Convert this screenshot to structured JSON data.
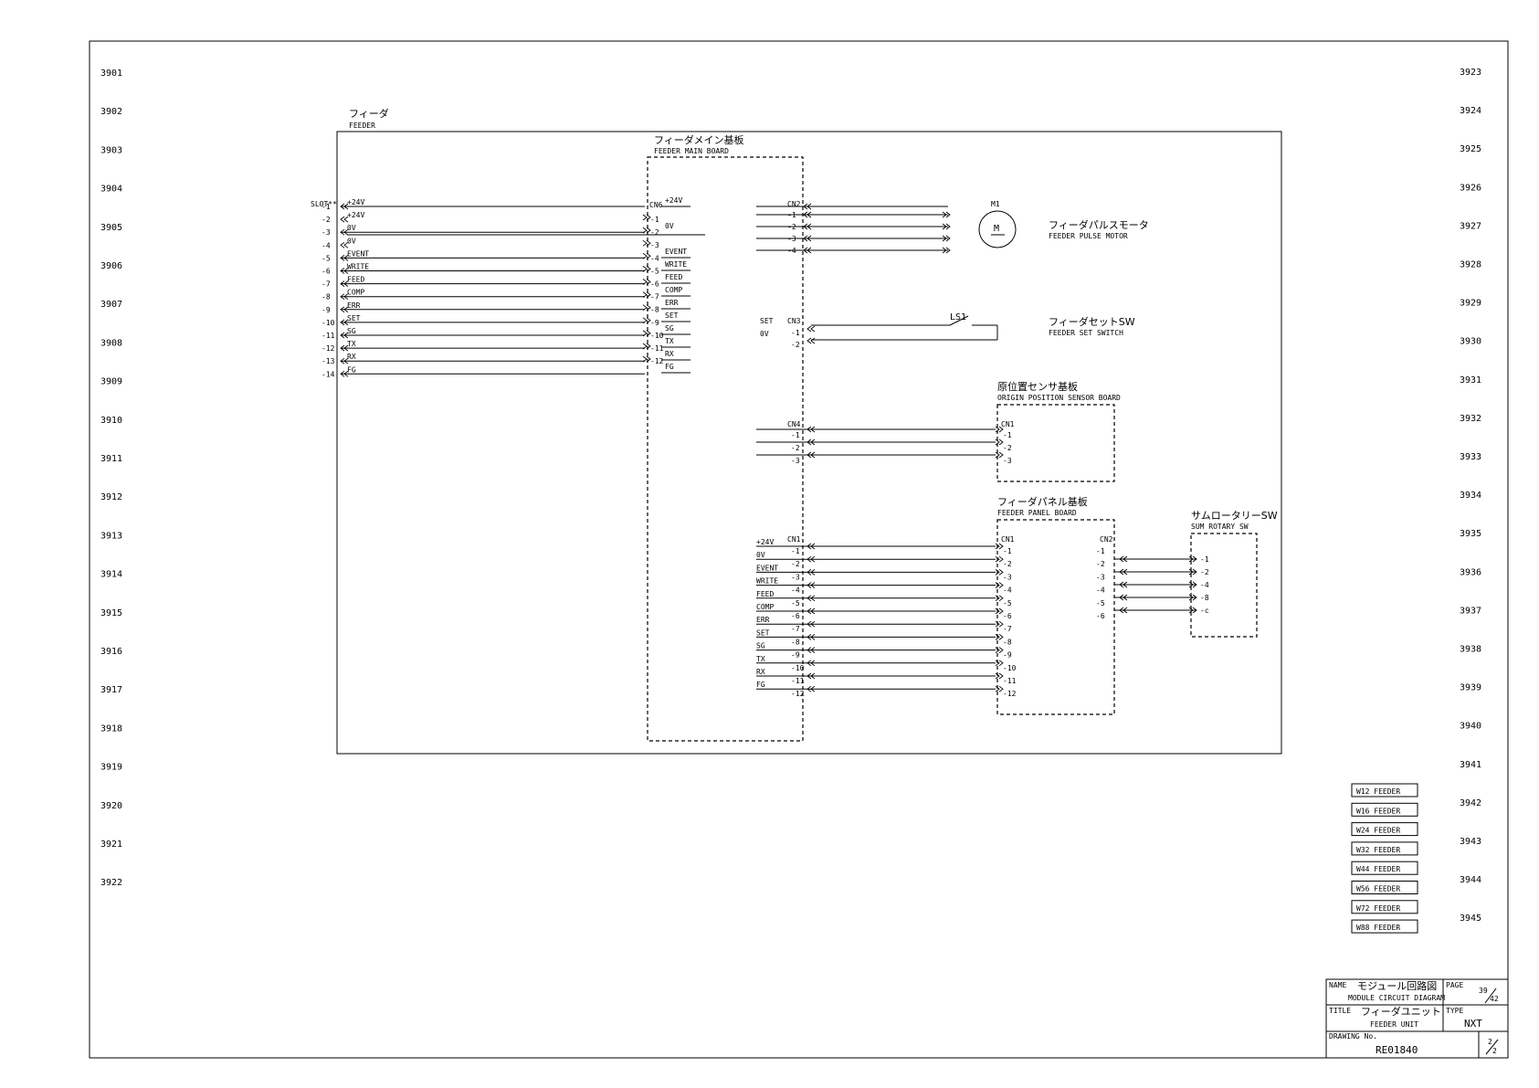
{
  "left_line_numbers": [
    "3901",
    "3902",
    "3903",
    "3904",
    "3905",
    "3906",
    "3907",
    "3908",
    "3909",
    "3910",
    "3911",
    "3912",
    "3913",
    "3914",
    "3915",
    "3916",
    "3917",
    "3918",
    "3919",
    "3920",
    "3921",
    "3922"
  ],
  "right_line_numbers": [
    "3923",
    "3924",
    "3925",
    "3926",
    "3927",
    "3928",
    "3929",
    "3930",
    "3931",
    "3932",
    "3933",
    "3934",
    "3935",
    "3936",
    "3937",
    "3938",
    "3939",
    "3940",
    "3941",
    "3942",
    "3943",
    "3944",
    "3945"
  ],
  "feeder": {
    "label_jp": "フィーダ",
    "label_en": "FEEDER"
  },
  "main_board": {
    "label_jp": "フィーダメイン基板",
    "label_en": "FEEDER MAIN BOARD"
  },
  "slot": {
    "label": "SLOT**",
    "pins": [
      "-1",
      "-2",
      "-3",
      "-4",
      "-5",
      "-6",
      "-7",
      "-8",
      "-9",
      "-10",
      "-11",
      "-12",
      "-13",
      "-14"
    ]
  },
  "slot_signals": [
    "+24V",
    "+24V",
    "0V",
    "0V",
    "EVENT",
    "WRITE",
    "FEED",
    "COMP",
    "ERR",
    "SET",
    "SG",
    "TX",
    "RX",
    "FG"
  ],
  "cn6": {
    "label": "CN6",
    "pins": [
      "-1",
      "-2",
      "-3",
      "-4",
      "-5",
      "-6",
      "-7",
      "-8",
      "-9",
      "-10",
      "-11",
      "-12"
    ],
    "signals": [
      "+24V",
      "0V",
      "EVENT",
      "WRITE",
      "FEED",
      "COMP",
      "ERR",
      "SET",
      "SG",
      "TX",
      "RX",
      "FG"
    ]
  },
  "cn2": {
    "label": "CN2",
    "pins": [
      "-1",
      "-2",
      "-3",
      "-4"
    ]
  },
  "motor": {
    "ref": "M1",
    "symbol": "M",
    "label_jp": "フィーダパルスモータ",
    "label_en": "FEEDER PULSE MOTOR"
  },
  "cn3": {
    "label": "CN3",
    "signals": [
      "SET",
      "0V"
    ],
    "pins": [
      "-1",
      "-2"
    ]
  },
  "switch": {
    "ref": "LS1",
    "label_jp": "フィーダセットSW",
    "label_en": "FEEDER SET SWITCH"
  },
  "origin_board": {
    "label_jp": "原位置センサ基板",
    "label_en": "ORIGIN POSITION SENSOR BOARD",
    "cn": "CN1",
    "pins": [
      "-1",
      "-2",
      "-3"
    ]
  },
  "cn4": {
    "label": "CN4",
    "pins": [
      "-1",
      "-2",
      "-3"
    ]
  },
  "panel_board": {
    "label_jp": "フィーダパネル基板",
    "label_en": "FEEDER PANEL BOARD",
    "cn1": "CN1",
    "cn2": "CN2",
    "cn1_pins": [
      "-1",
      "-2",
      "-3",
      "-4",
      "-5",
      "-6",
      "-7",
      "-8",
      "-9",
      "-10",
      "-11",
      "-12"
    ],
    "cn2_pins": [
      "-1",
      "-2",
      "-3",
      "-4",
      "-5",
      "-6"
    ]
  },
  "cn1_main": {
    "label": "CN1",
    "signals": [
      "+24V",
      "0V",
      "EVENT",
      "WRITE",
      "FEED",
      "COMP",
      "ERR",
      "SET",
      "SG",
      "TX",
      "RX",
      "FG"
    ],
    "pins": [
      "-1",
      "-2",
      "-3",
      "-4",
      "-5",
      "-6",
      "-7",
      "-8",
      "-9",
      "-10",
      "-11",
      "-12"
    ]
  },
  "sum_rotary": {
    "label_jp": "サムロータリーSW",
    "label_en": "SUM ROTARY SW",
    "pins": [
      "-1",
      "-2",
      "-4",
      "-8",
      "-c"
    ]
  },
  "feeder_types": [
    "W12 FEEDER",
    "W16 FEEDER",
    "W24 FEEDER",
    "W32 FEEDER",
    "W44 FEEDER",
    "W56 FEEDER",
    "W72 FEEDER",
    "W88 FEEDER"
  ],
  "title_block": {
    "name_label": "NAME",
    "name_jp": "モジュール回路図",
    "name_en": "MODULE CIRCUIT DIAGRAM",
    "page_label": "PAGE",
    "page_num": "39",
    "page_total": "42",
    "title_label": "TITLE",
    "title_jp": "フィーダユニット",
    "title_en": "FEEDER UNIT",
    "type_label": "TYPE",
    "type_value": "NXT",
    "drawing_label": "DRAWING No.",
    "drawing_value": "RE01840",
    "sheet_num": "2",
    "sheet_total": "2"
  }
}
